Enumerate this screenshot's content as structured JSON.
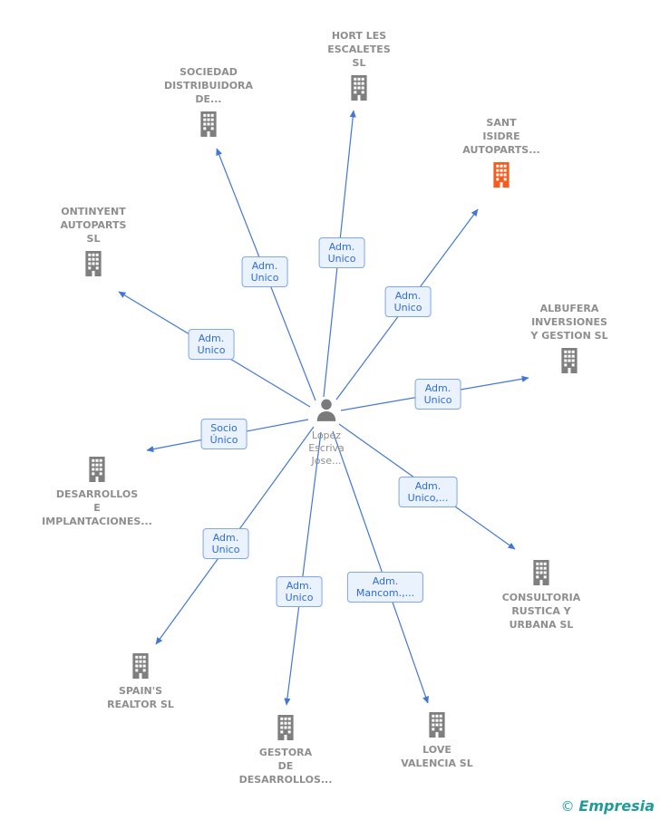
{
  "diagram": {
    "type": "corporate-relationship-graph",
    "person": {
      "name": "Lopez\nEscriva\nJose..."
    },
    "companies": [
      {
        "label": "HORT LES\nESCALETES\nSL",
        "color": "#7f7f7f"
      },
      {
        "label": "SOCIEDAD\nDISTRIBUIDORA\nDE...",
        "color": "#7f7f7f"
      },
      {
        "label": "SANT\nISIDRE\nAUTOPARTS...",
        "color": "#fb5a1d"
      },
      {
        "label": "ONTINYENT\nAUTOPARTS\nSL",
        "color": "#7f7f7f"
      },
      {
        "label": "ALBUFERA\nINVERSIONES\nY GESTION SL",
        "color": "#7f7f7f"
      },
      {
        "label": "DESARROLLOS\nE\nIMPLANTACIONES...",
        "color": "#7f7f7f"
      },
      {
        "label": "CONSULTORIA\nRUSTICA Y\nURBANA SL",
        "color": "#7f7f7f"
      },
      {
        "label": "SPAIN'S\nREALTOR SL",
        "color": "#7f7f7f"
      },
      {
        "label": "GESTORA\nDE\nDESARROLLOS...",
        "color": "#7f7f7f"
      },
      {
        "label": "LOVE\nVALENCIA SL",
        "color": "#7f7f7f"
      }
    ],
    "relationships": [
      {
        "label": "Adm.\nUnico",
        "company": "HORT LES ESCALETES SL"
      },
      {
        "label": "Adm.\nUnico",
        "company": "SOCIEDAD DISTRIBUIDORA DE..."
      },
      {
        "label": "Adm.\nUnico",
        "company": "SANT ISIDRE AUTOPARTS..."
      },
      {
        "label": "Adm.\nUnico",
        "company": "ONTINYENT AUTOPARTS SL"
      },
      {
        "label": "Adm.\nUnico",
        "company": "ALBUFERA INVERSIONES Y GESTION SL"
      },
      {
        "label": "Socio\nÚnico",
        "company": "DESARROLLOS E IMPLANTACIONES..."
      },
      {
        "label": "Adm.\nUnico,...",
        "company": "CONSULTORIA RUSTICA Y URBANA SL"
      },
      {
        "label": "Adm.\nUnico",
        "company": "SPAIN'S REALTOR SL"
      },
      {
        "label": "Adm.\nUnico",
        "company": "GESTORA DE DESARROLLOS..."
      },
      {
        "label": "Adm.\nMancom.,...",
        "company": "LOVE VALENCIA SL"
      }
    ],
    "colors": {
      "edge": "#4277d6",
      "relationship_text": "#2f6cd8",
      "relationship_bg": "#eaf2fd",
      "relationship_border": "#7ea6e8",
      "company_text": "#8e8e8e",
      "building_default": "#7f7f7f",
      "building_highlight": "#fb5a1d",
      "person": "#7a7a7a"
    },
    "watermark": {
      "copyright": "©",
      "brand": "Empresia"
    }
  }
}
